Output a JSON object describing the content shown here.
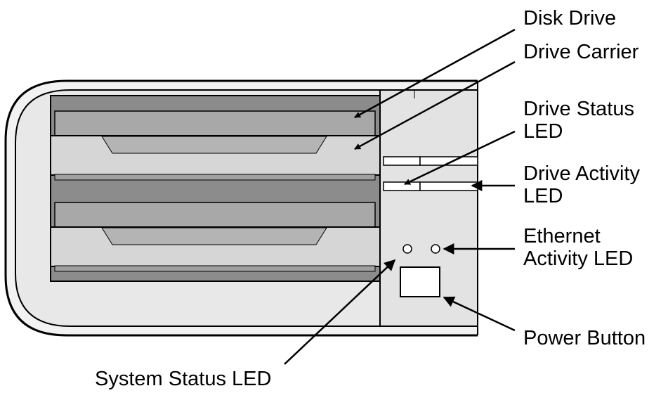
{
  "labels": {
    "disk_drive": "Disk Drive",
    "drive_carrier": "Drive Carrier",
    "drive_status_led": [
      "Drive Status",
      "LED"
    ],
    "drive_activity_led": [
      "Drive Activity",
      "LED"
    ],
    "ethernet_activity_led": [
      "Ethernet",
      "Activity LED"
    ],
    "power_button": "Power Button",
    "system_status_led": "System Status LED"
  },
  "colors": {
    "outline": "#000000",
    "chassis_fill": "#e8e8e8",
    "bay_dark": "#8c8c8c",
    "drive_body": "#a8a8a8",
    "carrier_face": "#d6d6d6",
    "led_fill": "#ffffff",
    "background": "#ffffff"
  }
}
